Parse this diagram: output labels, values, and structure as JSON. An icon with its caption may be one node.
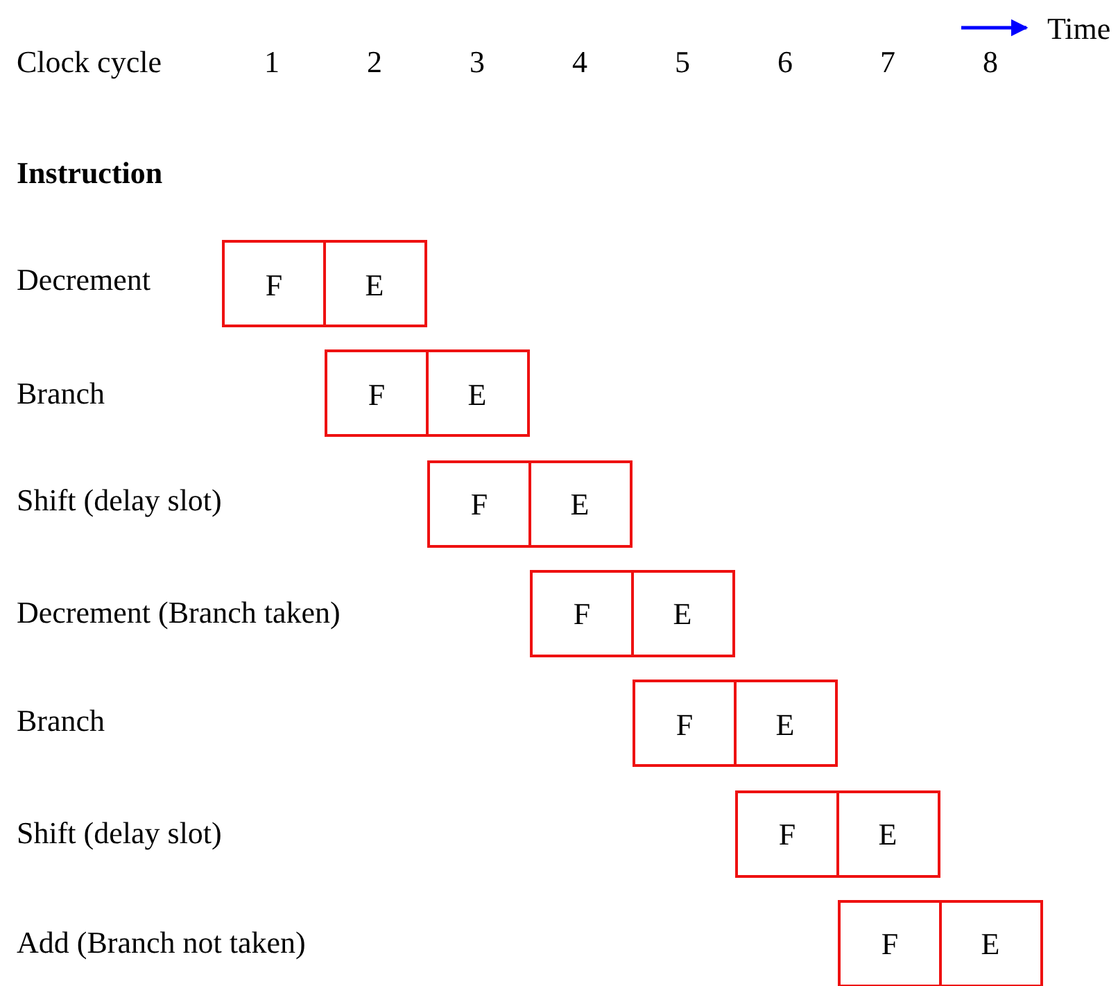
{
  "diagram": {
    "nodes": [
      {
        "text": [
          "F"
        ]
      },
      {
        "text": [
          "E"
        ]
      },
      {
        "text": [
          "F"
        ]
      },
      {
        "text": [
          "E"
        ]
      },
      {
        "text": [
          "F"
        ]
      },
      {
        "text": [
          "E"
        ]
      },
      {
        "text": [
          "F"
        ]
      },
      {
        "text": [
          "E"
        ]
      },
      {
        "text": [
          "F"
        ]
      },
      {
        "text": [
          "E"
        ]
      },
      {
        "text": [
          "F"
        ]
      },
      {
        "text": [
          "E"
        ]
      },
      {
        "text": [
          "F"
        ]
      },
      {
        "text": [
          "E"
        ]
      }
    ],
    "labels": [
      "Time",
      "Clock cycle",
      "1",
      "2",
      "3",
      "4",
      "5",
      "6",
      "7",
      "8",
      "Instruction",
      "Decrement",
      "Branch",
      "Shift (delay slot)",
      "Decrement (Branch taken)",
      "Branch",
      "Shift (delay slot)",
      "Add (Branch not taken)"
    ]
  }
}
